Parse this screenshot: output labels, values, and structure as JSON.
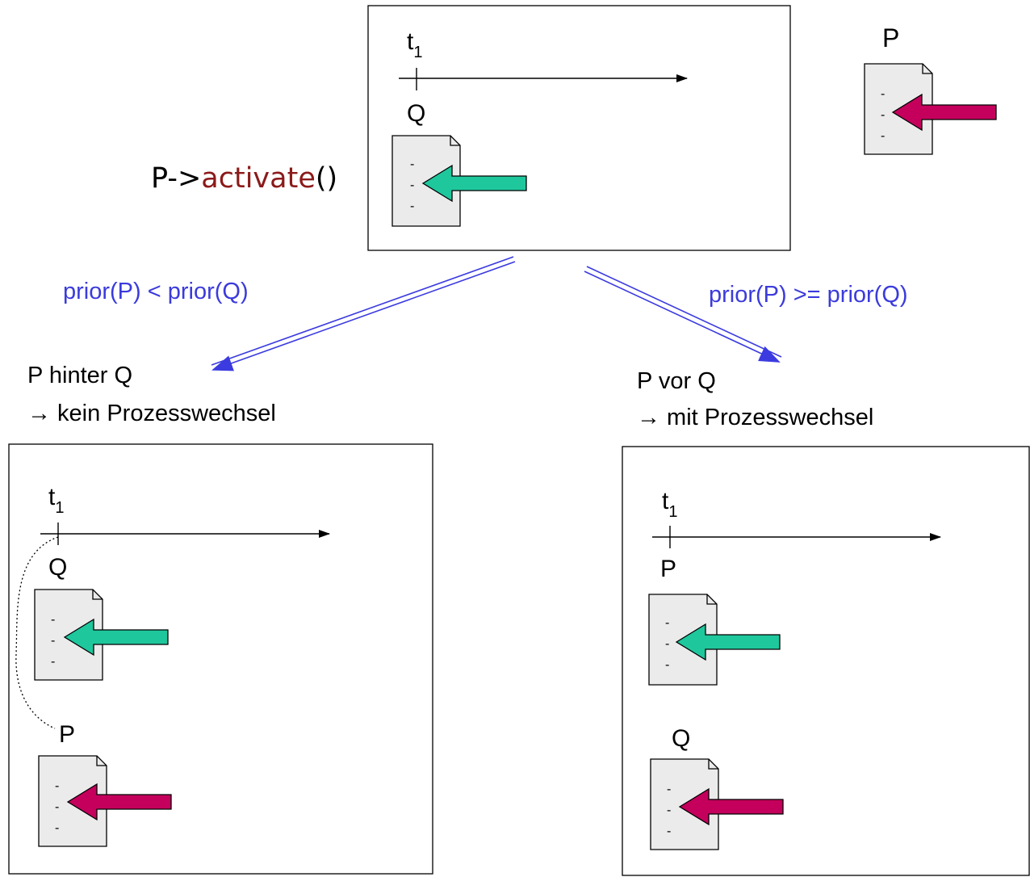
{
  "colors": {
    "green_arrow": "#1FC79D",
    "magenta_arrow": "#C4005C",
    "edge": "#3B3BE0",
    "condition_text": "#3B3BDC",
    "method_name": "#8B1A1A",
    "doc_fill": "#EBEBEB"
  },
  "top": {
    "call_prefix": "P->",
    "call_method": "activate",
    "call_suffix": "()",
    "axis_label": "t",
    "axis_subscript": "1",
    "queue_head": "Q",
    "waiting_process": "P",
    "doc_marks": [
      "-",
      "-",
      "-"
    ]
  },
  "left_branch": {
    "condition": "prior(P) < prior(Q)",
    "result_line1": "P hinter Q",
    "result_line2": "→ kein Prozesswechsel",
    "axis_label": "t",
    "axis_subscript": "1",
    "first_process": "Q",
    "second_process": "P"
  },
  "right_branch": {
    "condition": "prior(P) >= prior(Q)",
    "result_line1": "P vor Q",
    "result_line2": "→ mit Prozesswechsel",
    "axis_label": "t",
    "axis_subscript": "1",
    "first_process": "P",
    "second_process": "Q"
  }
}
